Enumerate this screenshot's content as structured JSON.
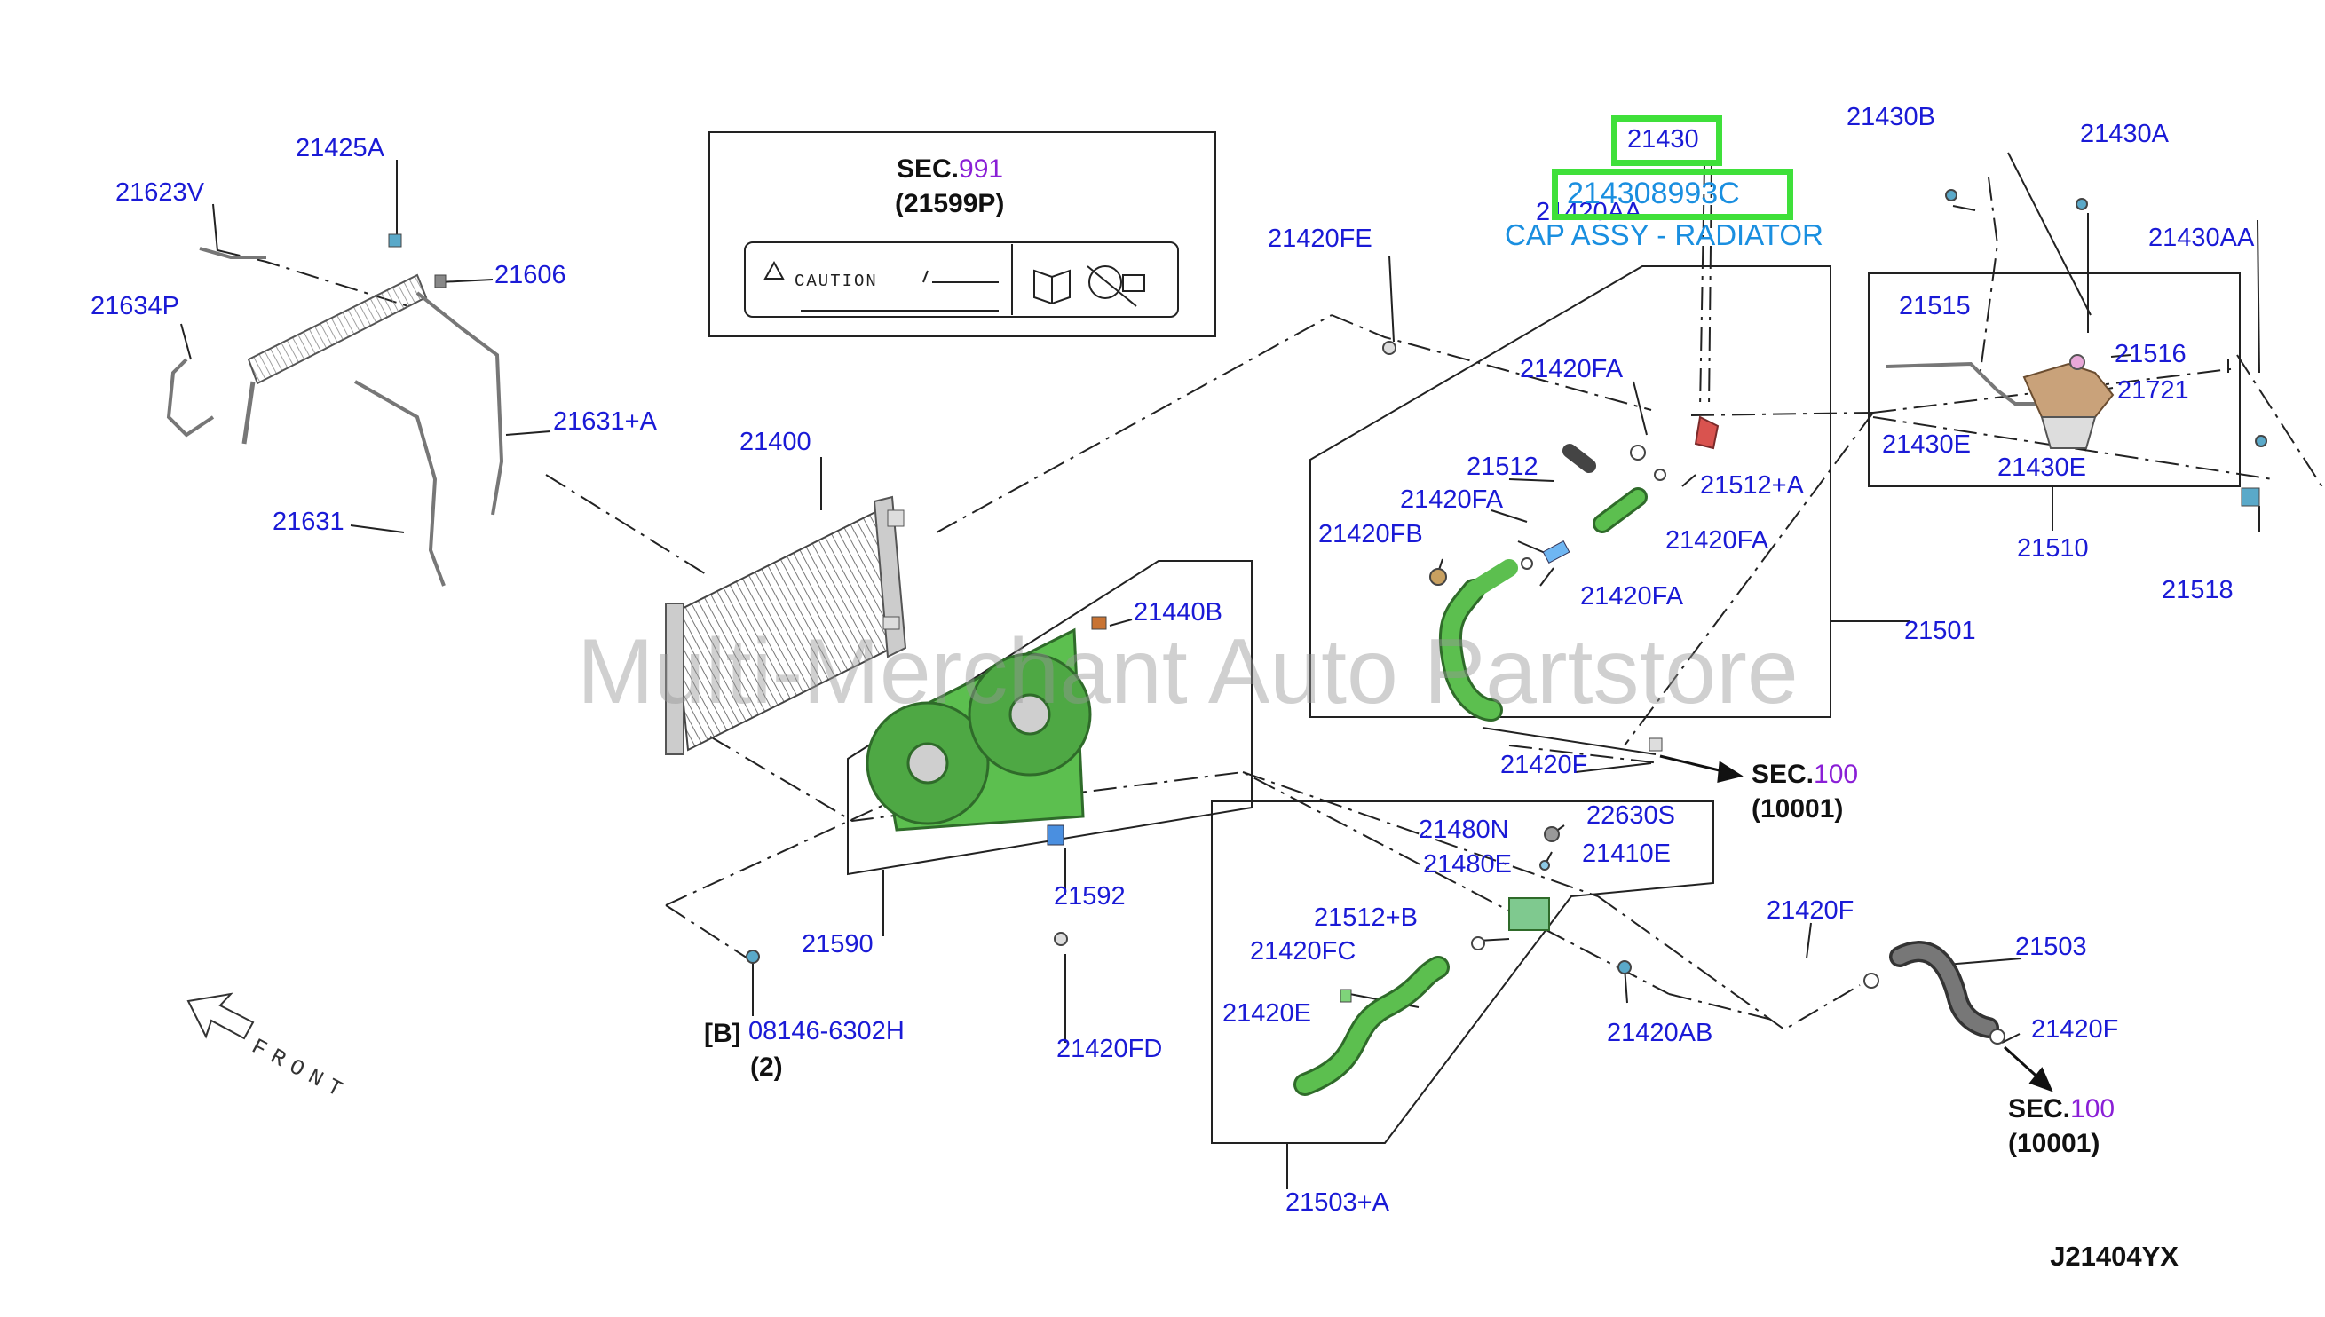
{
  "labels": {
    "l21425A": "21425A",
    "l21623V": "21623V",
    "l21634P": "21634P",
    "l21606": "21606",
    "l21631A": "21631+A",
    "l21631": "21631",
    "l21400": "21400",
    "l21440B": "21440B",
    "l21590": "21590",
    "l21592": "21592",
    "l21420FD": "21420FD",
    "l08146": "08146-6302H",
    "l21420FE": "21420FE",
    "l21420FA_1": "21420FA",
    "l21512": "21512",
    "l21420FA_2": "21420FA",
    "l21420FB": "21420FB",
    "l21420FA_3": "21420FA",
    "l21420FA_4": "21420FA",
    "l21512A": "21512+A",
    "l21501": "21501",
    "l21420F_1": "21420F",
    "l21420AA": "21420AA",
    "l21430B": "21430B",
    "l21430A": "21430A",
    "l21430AA": "21430AA",
    "l21515": "21515",
    "l21516": "21516",
    "l21721": "21721",
    "l21430E_1": "21430E",
    "l21430E_2": "21430E",
    "l21510": "21510",
    "l21518": "21518",
    "l21480N": "21480N",
    "l22630S": "22630S",
    "l21480E": "21480E",
    "l21410E": "21410E",
    "l21512B": "21512+B",
    "l21420FC": "21420FC",
    "l21420E": "21420E",
    "l21420AB": "21420AB",
    "l21503A": "21503+A",
    "l21420F_2": "21420F",
    "l21503": "21503",
    "l21420F_3": "21420F"
  },
  "sections": {
    "top_sec": "SEC.",
    "top_num": "991",
    "top_paren": "(21599P)",
    "right1_sec": "SEC.",
    "right1_num": "100",
    "right1_paren": "(10001)",
    "right2_sec": "SEC.",
    "right2_num": "100",
    "right2_paren": "(10001)",
    "bracket_b": "[B]",
    "qty": "(2)"
  },
  "highlight": {
    "part_number": "21430",
    "full_number": "214308993C",
    "name": "CAP ASSY - RADIATOR"
  },
  "caution_word": "CAUTION",
  "front_label": "FRONT",
  "diagram_code": "J21404YX",
  "watermark": "Multi-Merchant Auto Partstore",
  "colors": {
    "label_blue": "#1a1ad6",
    "sec_purple": "#8a1fd6",
    "highlight_green": "#3fe03a",
    "highlight_text": "#1a8fe0",
    "hose_green": "#5cbf4f"
  }
}
